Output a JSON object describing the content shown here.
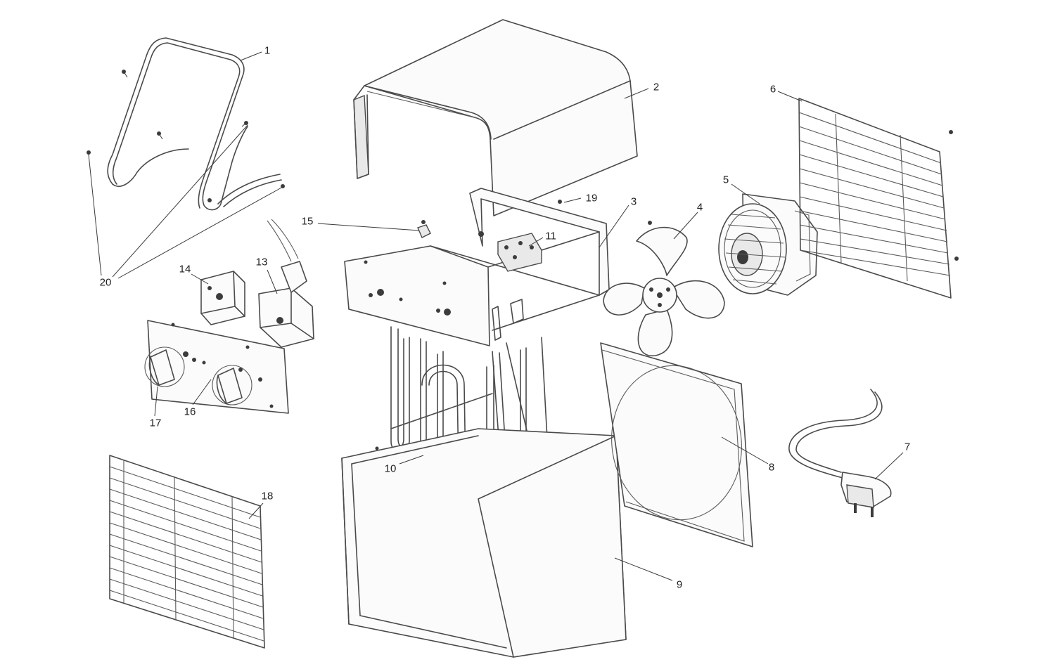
{
  "diagram": {
    "type": "exploded-parts-drawing",
    "callouts": [
      "1",
      "2",
      "3",
      "4",
      "5",
      "6",
      "7",
      "8",
      "9",
      "10",
      "11",
      "13",
      "14",
      "15",
      "16",
      "17",
      "18",
      "19",
      "20"
    ]
  }
}
